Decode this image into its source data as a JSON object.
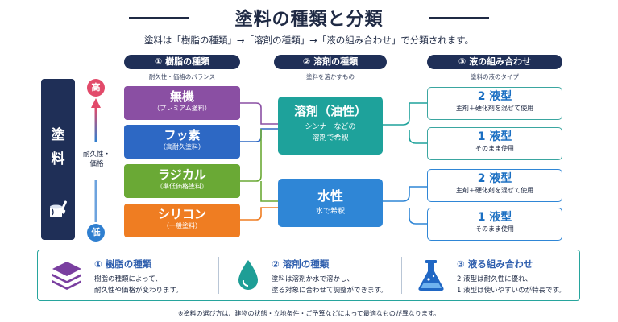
{
  "title": "塗料の種類と分類",
  "subtitle": "塗料は「樹脂の種類」→「溶剤の種類」→「液の組み合わせ」で分類されます。",
  "columns": [
    {
      "header": "① 樹脂の種類",
      "sub": "耐久性・価格のバランス"
    },
    {
      "header": "② 溶剤の種類",
      "sub": "塗料を溶かすもの"
    },
    {
      "header": "③ 液の組み合わせ",
      "sub": "塗料の液のタイプ"
    }
  ],
  "left": {
    "paint_chars": [
      "塗",
      "料"
    ],
    "high": "高",
    "low": "低",
    "axis_label_1": "耐久性・",
    "axis_label_2": "価格"
  },
  "resins": [
    {
      "name": "無機",
      "sub": "（プレミアム塗料）",
      "color": "#8a4fa3"
    },
    {
      "name": "フッ素",
      "sub": "（高耐久塗料）",
      "color": "#2d68c4"
    },
    {
      "name": "ラジカル",
      "sub": "（準低価格塗料）",
      "color": "#6aa935"
    },
    {
      "name": "シリコン",
      "sub": "（一般塗料）",
      "color": "#ef7d22"
    }
  ],
  "solvents": [
    {
      "name": "溶剤（油性）",
      "sub1": "シンナーなどの",
      "sub2": "溶剤で希釈",
      "color": "#1ea29b"
    },
    {
      "name": "水性",
      "sub1": "水で希釈",
      "color": "#2f86d6"
    }
  ],
  "combos": [
    {
      "name": "2 液型",
      "sub": "主剤＋硬化剤を混ぜて使用"
    },
    {
      "name": "1 液型",
      "sub": "そのまま使用"
    },
    {
      "name": "2 液型",
      "sub": "主剤＋硬化剤を混ぜて使用"
    },
    {
      "name": "1 液型",
      "sub": "そのまま使用"
    }
  ],
  "info": [
    {
      "title": "① 樹脂の種類",
      "line1": "樹脂の種類によって、",
      "line2": "耐久性や価格が変わります。",
      "icon": "layers-icon",
      "color": "#7a3fa0"
    },
    {
      "title": "② 溶剤の種類",
      "line1": "塗料は溶剤か水で溶かし、",
      "line2": "塗る対象に合わせて調整ができます。",
      "icon": "water-drop-icon",
      "color": "#1e9e96"
    },
    {
      "title": "③ 液る組み合わせ",
      "line1": "2 液型は耐久性に優れ、",
      "line2": "1 液型は使いやすいのが特長です。",
      "icon": "flask-icon",
      "color": "#2067c4"
    }
  ],
  "footnote": "※塗料の選び方は、建物の状態・立地条件・ご予算などによって最適なものが異なります。"
}
